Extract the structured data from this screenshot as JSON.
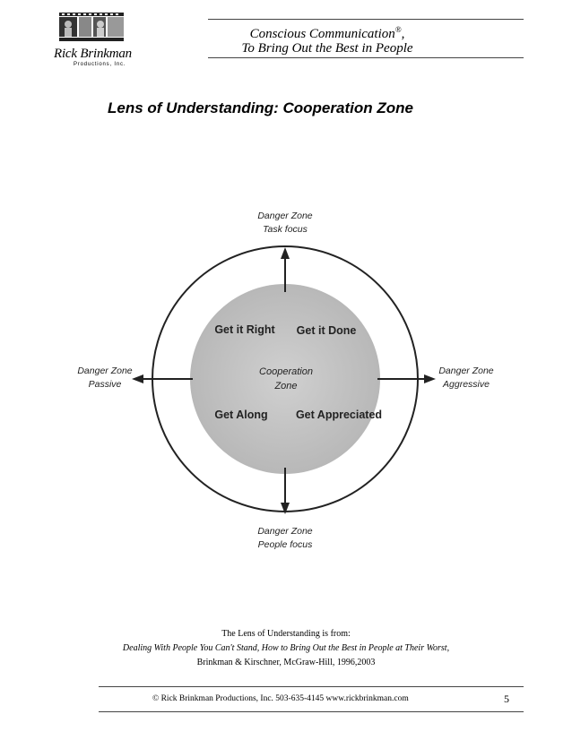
{
  "header": {
    "logo_name": "Rick Brinkman",
    "logo_sub": "Productions, Inc.",
    "line1": "Conscious Communication",
    "line1_mark": "®",
    "line1_end": ",",
    "line2": "To Bring Out the Best in People"
  },
  "title": "Lens of Understanding: Cooperation Zone",
  "diagram": {
    "top_label_1": "Danger Zone",
    "top_label_2": "Task focus",
    "left_label_1": "Danger Zone",
    "left_label_2": "Passive",
    "right_label_1": "Danger Zone",
    "right_label_2": "Aggressive",
    "bottom_label_1": "Danger Zone",
    "bottom_label_2": "People focus",
    "center_1": "Cooperation",
    "center_2": "Zone",
    "q_top_left": "Get it Right",
    "q_top_right": "Get it Done",
    "q_bottom_left": "Get Along",
    "q_bottom_right": "Get Appreciated"
  },
  "caption": {
    "line1": "The Lens of Understanding is from:",
    "line2": "Dealing With People You Can't Stand, How to Bring Out the Best in People at Their Worst,",
    "line3": "Brinkman & Kirschner, McGraw-Hill, 1996,2003"
  },
  "footer": {
    "text": "© Rick Brinkman Productions, Inc.  503-635-4145   www.rickbrinkman.com",
    "page_number": "5"
  }
}
